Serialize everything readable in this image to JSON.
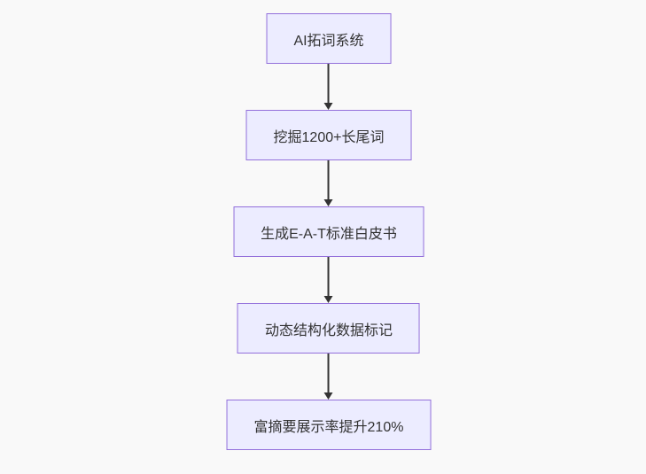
{
  "diagram": {
    "type": "flowchart",
    "direction": "top-down",
    "nodes": [
      {
        "id": "n1",
        "label": "AI拓词系统"
      },
      {
        "id": "n2",
        "label": "挖掘1200+长尾词"
      },
      {
        "id": "n3",
        "label": "生成E-A-T标准白皮书"
      },
      {
        "id": "n4",
        "label": "动态结构化数据标记"
      },
      {
        "id": "n5",
        "label": "富摘要展示率提升210%"
      }
    ],
    "edges": [
      {
        "from": "n1",
        "to": "n2"
      },
      {
        "from": "n2",
        "to": "n3"
      },
      {
        "from": "n3",
        "to": "n4"
      },
      {
        "from": "n4",
        "to": "n5"
      }
    ],
    "colors": {
      "node_fill": "#ECECFF",
      "node_border": "#9370DB",
      "edge_line": "#333333",
      "text": "#333333",
      "background": "#F9F9F9"
    }
  }
}
